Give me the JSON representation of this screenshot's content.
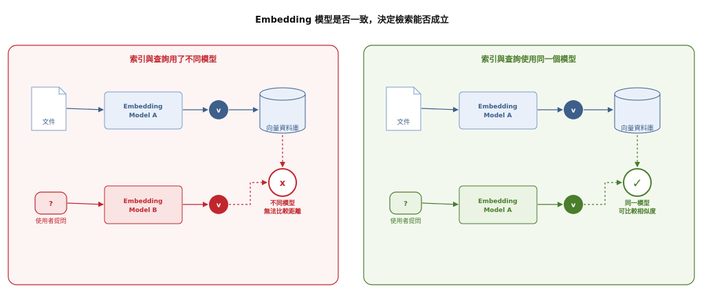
{
  "title": "Embedding 模型是否一致，決定檢索能否成立",
  "left": {
    "heading": "索引與查詢用了不同模型",
    "document_label": "文件",
    "model_top_line1": "Embedding",
    "model_top_line2": "Model A",
    "vector_top": "v",
    "db_label": "向量資料庫",
    "result_symbol": "x",
    "result_line1": "不同模型",
    "result_line2": "無法比較距離",
    "question_symbol": "?",
    "question_label": "使用者提問",
    "model_bottom_line1": "Embedding",
    "model_bottom_line2": "Model B",
    "vector_bottom": "v"
  },
  "right": {
    "heading": "索引與查詢使用同一個模型",
    "document_label": "文件",
    "model_top_line1": "Embedding",
    "model_top_line2": "Model A",
    "vector_top": "v",
    "db_label": "向量資料庫",
    "result_symbol": "✓",
    "result_line1": "同一模型",
    "result_line2": "可比較相似度",
    "question_symbol": "?",
    "question_label": "使用者提問",
    "model_bottom_line1": "Embedding",
    "model_bottom_line2": "Model A",
    "vector_bottom": "v"
  },
  "colors": {
    "red": "#c0272d",
    "red_panel_bg": "#fdf4f4",
    "red_box_bg": "#f9e3e3",
    "green": "#4a7d2c",
    "green_panel_bg": "#f3f8ef",
    "green_box_bg": "#ebf3e4",
    "blue": "#3d5f8a",
    "blue_box_bg": "#e9f0fa",
    "blue_stroke": "#7d9cc4"
  }
}
